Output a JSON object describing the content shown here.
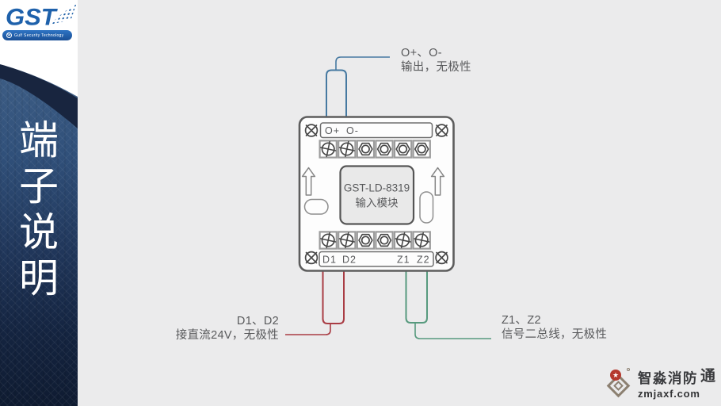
{
  "logo": {
    "text": "GST",
    "subtext": "Gulf Security Technology"
  },
  "sidebar": {
    "title_chars": [
      "端",
      "子",
      "说",
      "明"
    ]
  },
  "module": {
    "name_line1": "GST-LD-8319",
    "name_line2": "输入模块",
    "top_terminal_labels": [
      "O+",
      "O-"
    ],
    "bottom_terminal_labels": [
      "D1",
      "D2",
      "Z1",
      "Z2"
    ],
    "terminal_rows": [
      {
        "types": [
          "phillips",
          "phillips",
          "hex",
          "hex",
          "hex",
          "hex"
        ]
      },
      {
        "types": [
          "phillips",
          "phillips",
          "hex",
          "hex",
          "phillips",
          "phillips"
        ]
      }
    ]
  },
  "annotations": {
    "output": {
      "line1": "O+、O-",
      "line2": "输出，无极性"
    },
    "power": {
      "line1": "D1、D2",
      "line2": "接直流24V，无极性"
    },
    "signal": {
      "line1": "Z1、Z2",
      "line2": "信号二总线，无极性"
    }
  },
  "watermark": {
    "title": "智淼消防",
    "suffix": "通",
    "url": "zmjaxf.com"
  },
  "colors": {
    "wire_output": "#4679a1",
    "wire_power": "#a93c44",
    "wire_signal": "#579a7e",
    "accent_blue": "#1d5fa8",
    "sidebar_blue": "#3c5c82",
    "sidebar_dark": "#101d33",
    "background": "#ebebec"
  }
}
